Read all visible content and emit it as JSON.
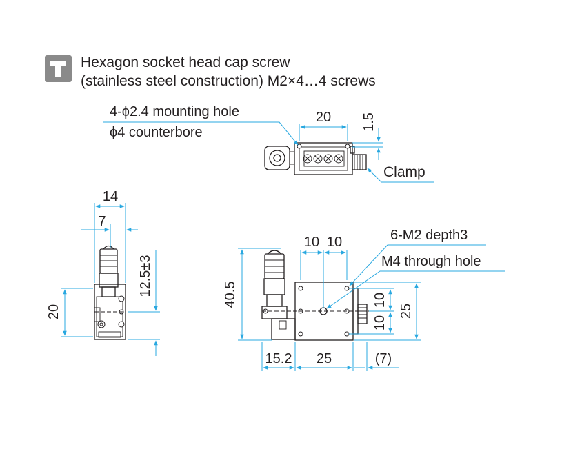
{
  "legend": {
    "icon": "screw-head-icon",
    "icon_color": "#8a8a8a",
    "line1": "Hexagon socket head cap screw",
    "line2": "(stainless steel construction) M2×4…4 screws"
  },
  "top_view": {
    "hole_label_line1": "4-ϕ2.4 mounting hole",
    "hole_label_line2": "ϕ4 counterbore",
    "dim_width": "20",
    "dim_offset": "1.5",
    "clamp_label": "Clamp"
  },
  "side_view": {
    "dim_total_width": "14",
    "dim_half_width": "7",
    "dim_height": "20",
    "dim_travel": "12.5±3"
  },
  "front_view": {
    "dim_spacing_a": "10",
    "dim_spacing_b": "10",
    "dim_height_total": "40.5",
    "dim_left": "15.2",
    "dim_width": "25",
    "dim_right": "(7)",
    "dim_vert_a": "10",
    "dim_vert_b": "10",
    "dim_vert_total": "25",
    "tapped_holes_label": "6-M2 depth3",
    "through_hole_label": "M4 through hole"
  },
  "colors": {
    "dimension_line": "#29a8e0",
    "outline": "#231f20"
  }
}
